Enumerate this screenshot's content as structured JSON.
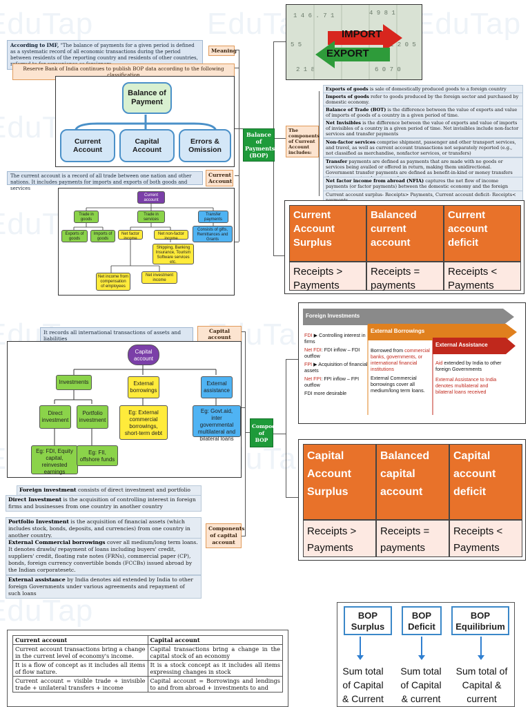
{
  "watermark": "EduTap",
  "meaning": {
    "text_bold": "According to IMF,",
    "text": " \"The balance of payments for a given period is defined as a systematic record of all economic transactions during the period between residents of the reporting country and residents of other countries, referred to for convenience as foreigners.",
    "tag": "Meaning"
  },
  "rbi_note": "Reserve Bank of India continues to publish BOP data according  to the following classification",
  "bop_diagram": {
    "top": "Balance of Payment",
    "children": [
      "Current Account",
      "Capital Account",
      "Errors & Omission"
    ]
  },
  "current_account_note": {
    "text": "The current account is a record of all trade between one nation and other nations. It includes  payments for imports and exports of both goods and services",
    "tag": "Current Account"
  },
  "current_tree": {
    "root": "Current account",
    "level1": [
      "Trade in goods",
      "Trade in services",
      "Transfer payments"
    ],
    "goods": [
      "Exports of goods",
      "Imports of goods"
    ],
    "services": [
      "Net factor income",
      "Net non-factor income"
    ],
    "nonfactor_detail": "Shipping, Banking Insurance, Tourism Software services etc.",
    "transfer_detail": "Consists of gifts, Remittances and Grants",
    "factor_detail": [
      "Net income from compensation of employees",
      "Net investment income"
    ]
  },
  "hub_bop": "Balance of Payments (BOP)",
  "components_tag": "The components of Current Account includes:",
  "image_labels": {
    "import": "IMPORT",
    "export": "EXPORT"
  },
  "components": [
    {
      "bold": "Exports of goods",
      "text": " is sale of domestically produced goods to a foreign country"
    },
    {
      "bold": "Imports of goods",
      "text": " refer to goods produced by the foreign sector and purchased by domestic economy."
    },
    {
      "bold": "Balance of Trade (BOT)",
      "text": " is the difference between the value of exports and value of imports of  goods of a country in a given period of time."
    },
    {
      "bold": "Net Invisibles",
      "text": " is the difference between the value of exports and value of imports of invisibles of a country in a given period of time.  Net invisibles include non-factor services and transfer payments"
    },
    {
      "bold": "Non-factor services",
      "text": " comprise shipment, passenger and other transport services, and travel, as well as current account transactions not separately reported (e.g., not classified as merchandise, nonfactor services, or transfers)"
    },
    {
      "bold": "Transfer",
      "text": " payments are defined as payments that are made with no goods or services being availed or offered in return, making them unidirectional. Government transfer payments are defined as benefit-in-kind or money transfers the government makes to people."
    },
    {
      "bold": "Net factor income from abroad (NFIA)",
      "text": " captures the net flow of income payments (or factor payments) between the domestic economy and the foreign sector."
    },
    {
      "bold": "",
      "text": "Current account surplus- Receipts> Payments, Current account deficit- Receipts< payments"
    }
  ],
  "current_table": {
    "heads": [
      "Current Account Surplus",
      "Balanced current account",
      "Current account deficit"
    ],
    "rows": [
      "Receipts > Payments",
      "Receipts  = payments",
      "Receipts < Payments"
    ]
  },
  "capital_note": {
    "text": "It records all international transactions of assets and liabilities",
    "tag": "Capital account"
  },
  "capital_tree": {
    "root": "Capital account",
    "level1": [
      "Investments",
      "External borrowings",
      "External assistance"
    ],
    "investments": [
      "Direct investment",
      "Portfolio investment"
    ],
    "ex_direct": "Eg: FDI, Equity capital, reinvested earnings",
    "ex_portfolio": "Eg: FII, offshore funds",
    "ex_borrow": "Eg: External commercial borrowings, short-term debt",
    "ex_assist": "Eg: Govt.aid, inter governmental multilateral and bilateral loans"
  },
  "hub_components": "Compoents of BOP",
  "capital_components_tag": "Components of capital account",
  "capital_defs": [
    {
      "bold": "Foreign investment",
      "text": " consists of direct investment and portfolio investment"
    },
    {
      "bold": "Direct Investment",
      "text": " is the acquisition of controlling interest in foreign firms and businesses from one country in another country"
    },
    {
      "bold": "Portfolio Investment",
      "text": " is the acquisition of financial assets (which includes stock, bonds, deposits, and currencies) from one country in another country."
    },
    {
      "bold": "External Commercial borrowings",
      "text": " cover all medium/long term loans. It denotes drawls/ repayment of loans including buyers' credit, suppliers' credit, floating rate notes (FRNs), commercial paper (CP), bonds, foreign currency convertible bonds (FCCBs) issued abroad by the Indian corporatesetc."
    },
    {
      "bold": "External assistance",
      "text": " by India denotes aid extended by India to other foreign Governments under various agreements and repayment of such loans"
    }
  ],
  "flows": {
    "fi_title": "Foreign Investments",
    "eb_title": "External Borrowings",
    "ea_title": "External Assistance",
    "fi_items": [
      {
        "red": "FDI",
        "text": " ▶ Controlling interest in firms"
      },
      {
        "red": "Net FDI",
        "text": ": FDI inflow – FDI outflow"
      },
      {
        "red": "FPI",
        "text": " ▶ Acquisition of financial assets"
      },
      {
        "red": "Net FPI",
        "text": ": FPI inflow – FPI outflow"
      },
      {
        "red": "",
        "text": "FDI more desirable"
      }
    ],
    "eb_text1": "Borrowed from ",
    "eb_red": "commercial banks, governments, or international financial institutions",
    "eb_text2": "External Commercial borrowings cover all medium/long term loans.",
    "ea_red1": "Aid",
    "ea_text1": " extended by India to other foreign Governments",
    "ea_red2": "External Assistance to India denotes multilateral and bilateral loans received"
  },
  "capital_table": {
    "heads": [
      "Capital Account Surplus",
      "Balanced capital account",
      "Capital account deficit"
    ],
    "rows": [
      "Receipts > Payments",
      "Receipts  = payments",
      "Receipts < Payments"
    ]
  },
  "comparison": {
    "headers": [
      "Current account",
      "Capital account"
    ],
    "rows": [
      [
        "Current account transactions bring a change in the current level of economy's income.",
        "Capital transactions bring a change in the capital stock of an economy"
      ],
      [
        "It is a flow of concept as it includes all items of flow nature.",
        "It is a stock concept as it includes all items expressing changes in stock"
      ],
      [
        "Current account = visible trade + invisible trade + unilateral transfers + income",
        "Capital account = Borrowings and lendings to and from abroad + investments to and"
      ]
    ]
  },
  "bop_states": [
    {
      "title": "BOP Surplus",
      "sum": "Sum total of Capital & Current"
    },
    {
      "title": "BOP Deficit",
      "sum": "Sum total of Capital & current"
    },
    {
      "title": "BOP Equilibrium",
      "sum": "Sum total of Capital & current"
    }
  ],
  "colors": {
    "orange": "#e8722a",
    "green": "#1e9a3a",
    "pink": "#fde9e2",
    "note_blue": "#dce6f2"
  }
}
